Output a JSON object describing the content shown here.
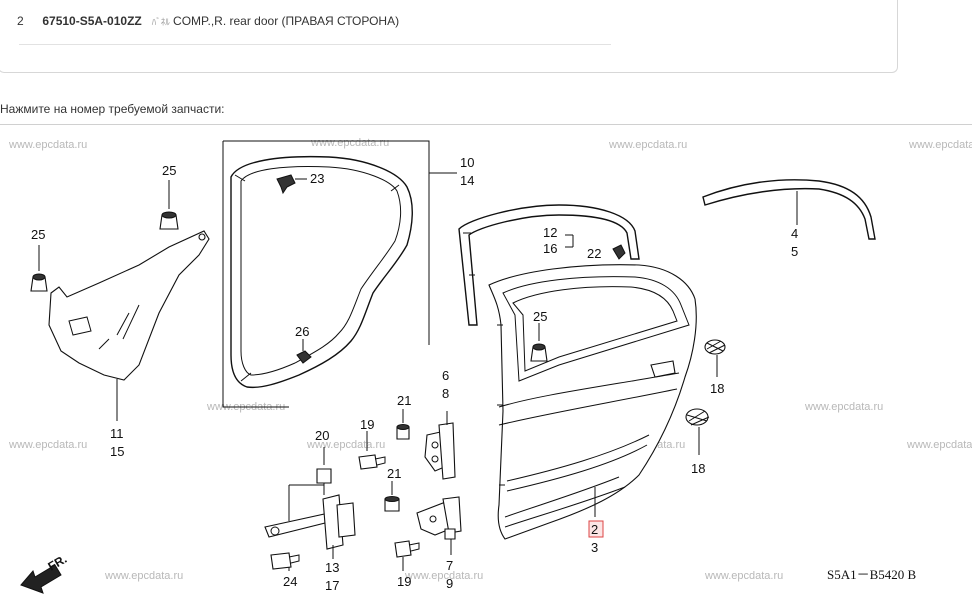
{
  "part_row": {
    "index": "2",
    "code": "67510-S5A-010ZZ",
    "icon_text": "ﾊﾞﾈﾙ",
    "description": "COMP.,R. rear door (ПРАВАЯ СТОРОНА)"
  },
  "prompt": "Нажмите на номер требуемой запчасти:",
  "watermark": "www.epcdata.ru",
  "diagram_code": "S5A1－B5420 B",
  "direction_label": "FR.",
  "callouts": {
    "c25a": "25",
    "c25b": "25",
    "c25c": "25",
    "c11": "11",
    "c15": "15",
    "c23": "23",
    "c26": "26",
    "c10": "10",
    "c14": "14",
    "c12": "12",
    "c16": "16",
    "c22": "22",
    "c4": "4",
    "c5": "5",
    "c18a": "18",
    "c18b": "18",
    "c6": "6",
    "c8": "8",
    "c21a": "21",
    "c21b": "21",
    "c19a": "19",
    "c19b": "19",
    "c20": "20",
    "c7": "7",
    "c9": "9",
    "c13": "13",
    "c17": "17",
    "c24": "24",
    "c2": "2",
    "c3": "3"
  }
}
